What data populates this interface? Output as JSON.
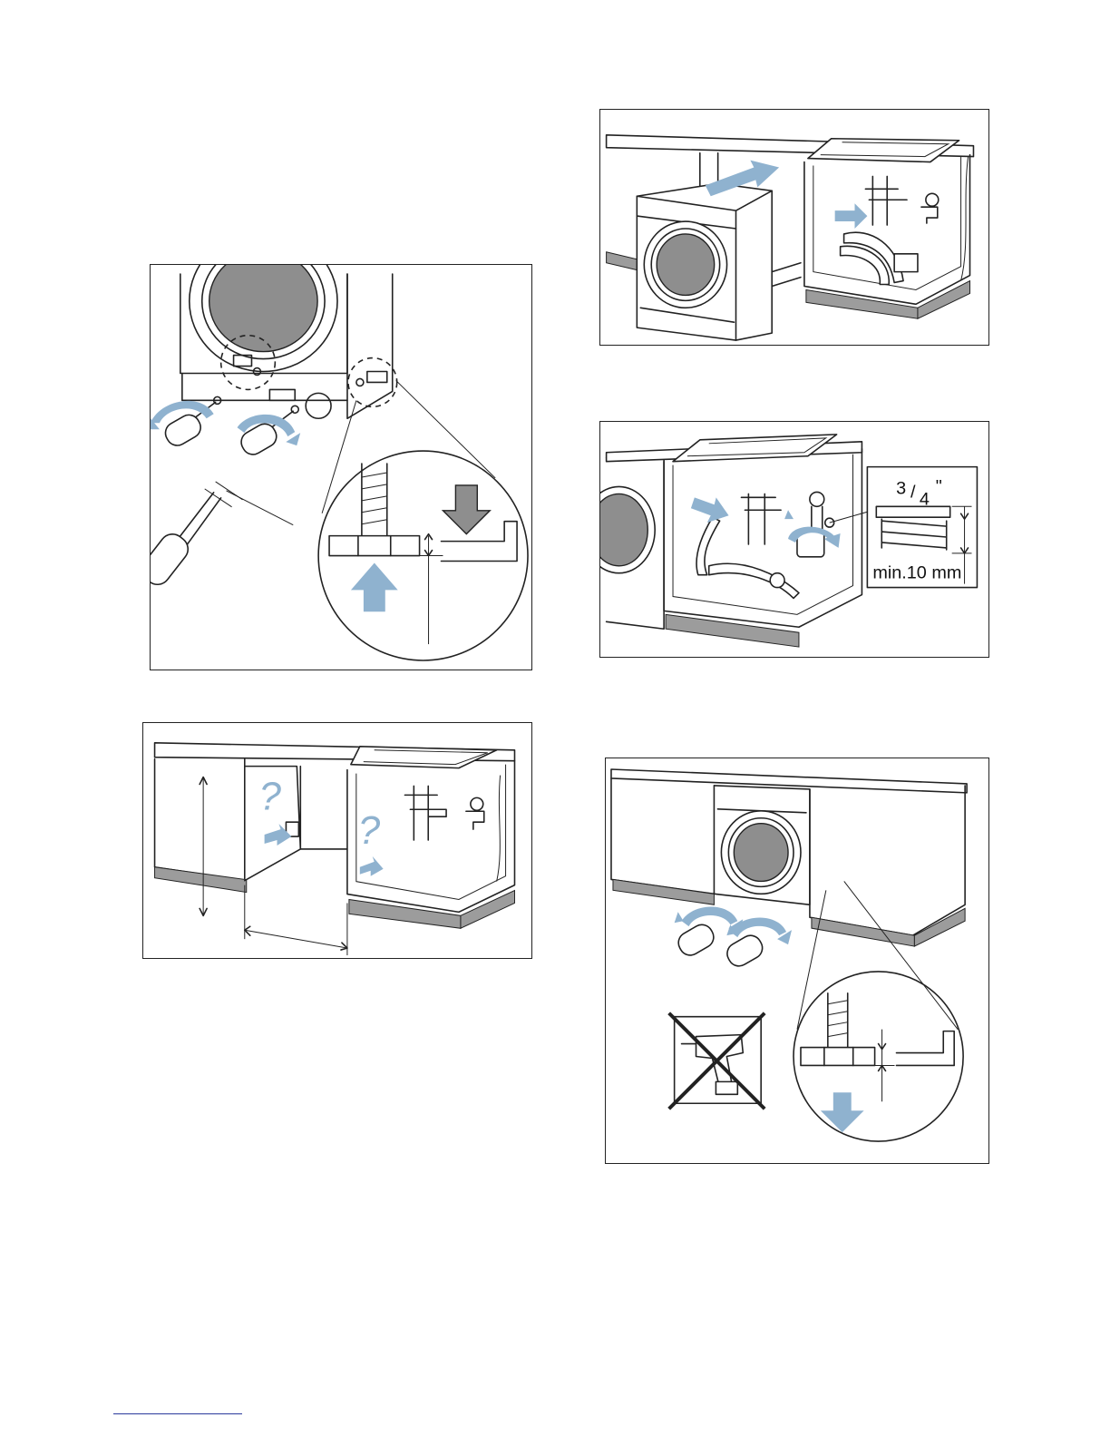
{
  "figures": [
    {
      "id": "fig-adjust-feet",
      "labels": []
    },
    {
      "id": "fig-measure-niche",
      "labels": [
        "?",
        "?"
      ]
    },
    {
      "id": "fig-slide-in",
      "labels": []
    },
    {
      "id": "fig-water-tap",
      "labels": [
        "3/4\"",
        "min.10 mm"
      ]
    },
    {
      "id": "fig-final-adjust",
      "labels": []
    }
  ],
  "tap_thread": {
    "size_whole": "3",
    "size_num": "4",
    "inch": "\"",
    "min_length": "min.10 mm"
  },
  "question_mark": "?",
  "colors": {
    "accent_blue": "#8fb2cf",
    "drum_gray": "#8e8e8e",
    "plinth_gray": "#9c9c9c",
    "line": "#222222"
  },
  "icons": [
    "screwdriver-icon",
    "wrench-icon",
    "arrow-up-icon",
    "arrow-down-icon",
    "cordless-drill-prohibited-icon",
    "water-tap-icon",
    "siphon-icon"
  ]
}
